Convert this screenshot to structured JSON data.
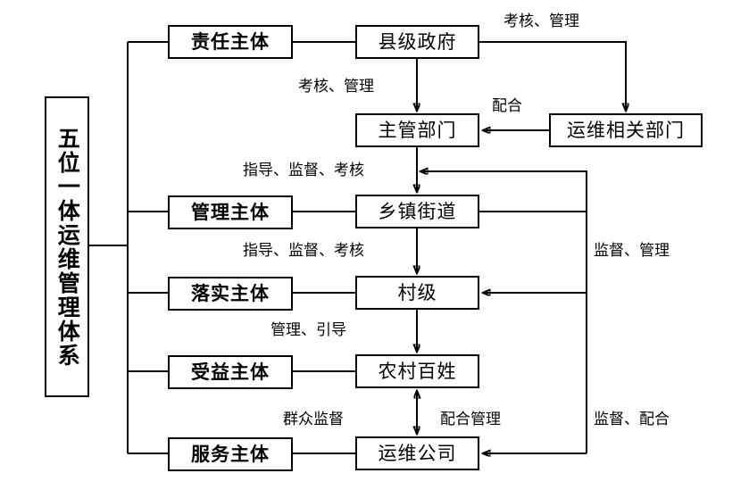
{
  "diagram": {
    "title_box": {
      "label": "五位一体运维管理体系"
    },
    "role_nodes": [
      {
        "id": "responsibility",
        "label": "责任主体"
      },
      {
        "id": "management",
        "label": "管理主体"
      },
      {
        "id": "implementation",
        "label": "落实主体"
      },
      {
        "id": "beneficiary",
        "label": "受益主体"
      },
      {
        "id": "service",
        "label": "服务主体"
      }
    ],
    "entity_nodes": [
      {
        "id": "county-government",
        "label": "县级政府"
      },
      {
        "id": "competent-dept",
        "label": "主管部门"
      },
      {
        "id": "ops-related-dept",
        "label": "运维相关部门"
      },
      {
        "id": "township-street",
        "label": "乡镇街道"
      },
      {
        "id": "village-level",
        "label": "村级"
      },
      {
        "id": "rural-residents",
        "label": "农村百姓"
      },
      {
        "id": "ops-company",
        "label": "运维公司"
      }
    ],
    "edge_labels": [
      {
        "id": "assess-manage-top",
        "text": "考核、管理"
      },
      {
        "id": "assess-manage-left",
        "text": "考核、管理"
      },
      {
        "id": "cooperate",
        "text": "配合"
      },
      {
        "id": "guide-supervise-assess-1",
        "text": "指导、监督、考核"
      },
      {
        "id": "guide-supervise-assess-2",
        "text": "指导、监督、考核"
      },
      {
        "id": "manage-guide",
        "text": "管理、引导"
      },
      {
        "id": "public-supervision",
        "text": "群众监督"
      },
      {
        "id": "cooperative-management",
        "text": "配合管理"
      },
      {
        "id": "supervise-manage",
        "text": "监督、管理"
      },
      {
        "id": "supervise-cooperate",
        "text": "监督、配合"
      }
    ],
    "colors": {
      "stroke": "#000000",
      "background": "#ffffff",
      "text": "#000000"
    }
  }
}
